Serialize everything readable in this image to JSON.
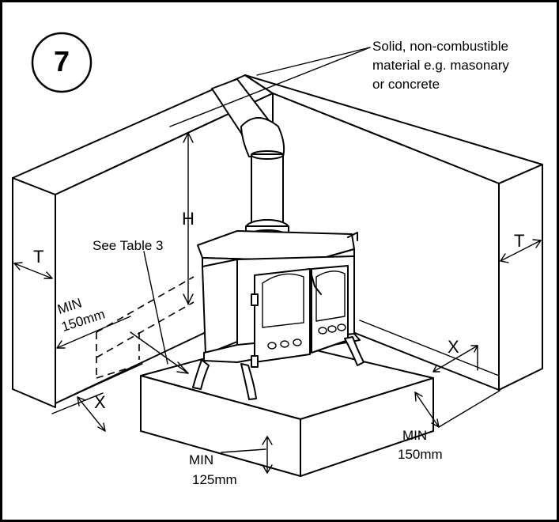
{
  "step_number": "7",
  "labels": {
    "material_line1": "Solid, non-combustible",
    "material_line2": "material e.g. masonary",
    "material_line3": "or concrete",
    "see_table": "See Table 3",
    "height": "H",
    "thickness_left": "T",
    "thickness_right": "T",
    "x_left": "X",
    "x_right": "X",
    "min_left_line1": "MIN",
    "min_left_line2": "150mm",
    "min_bottom_line1": "MIN",
    "min_bottom_line2": "125mm",
    "min_right_line1": "MIN",
    "min_right_line2": "150mm"
  },
  "colors": {
    "line": "#000000",
    "background": "#ffffff"
  }
}
